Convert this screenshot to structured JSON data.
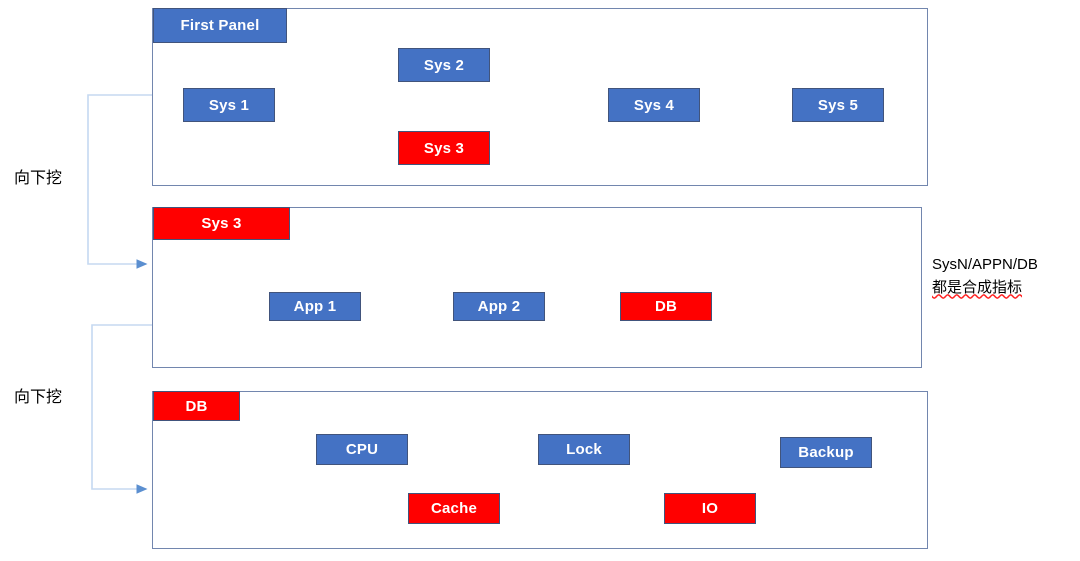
{
  "colors": {
    "blue_fill": "#4472c4",
    "red_fill": "#ff0000",
    "box_border": "#41547c",
    "panel_border": "#7286ae",
    "connector": "#b8cce4",
    "arrow": "#5b8fd0",
    "text_on_box": "#ffffff",
    "page_background": "#ffffff",
    "spellcheck_underline": "#ff2222"
  },
  "side_labels": [
    {
      "text": "向下挖"
    },
    {
      "text": "向下挖"
    }
  ],
  "note": {
    "line1": "SysN/APPN/DB",
    "line2": "都是合成指标"
  },
  "panels": [
    {
      "id": "panel-1",
      "header": {
        "label": "First Panel",
        "color": "blue"
      },
      "nodes": [
        {
          "id": "sys-1",
          "label": "Sys 1",
          "color": "blue"
        },
        {
          "id": "sys-2",
          "label": "Sys 2",
          "color": "blue"
        },
        {
          "id": "sys-3",
          "label": "Sys 3",
          "color": "red"
        },
        {
          "id": "sys-4",
          "label": "Sys 4",
          "color": "blue"
        },
        {
          "id": "sys-5",
          "label": "Sys 5",
          "color": "blue"
        }
      ],
      "edges": [
        {
          "from": "sys-1",
          "to": "sys-2"
        },
        {
          "from": "sys-1",
          "to": "sys-3"
        },
        {
          "from": "sys-2",
          "to": "sys-4"
        },
        {
          "from": "sys-3",
          "to": "sys-4"
        },
        {
          "from": "sys-4",
          "to": "sys-5"
        }
      ]
    },
    {
      "id": "panel-2",
      "header": {
        "label": "Sys 3",
        "color": "red"
      },
      "nodes": [
        {
          "id": "app-1",
          "label": "App 1",
          "color": "blue"
        },
        {
          "id": "app-2",
          "label": "App 2",
          "color": "blue"
        },
        {
          "id": "db",
          "label": "DB",
          "color": "red"
        }
      ],
      "edges": [
        {
          "from": "app-1",
          "to": "app-2"
        },
        {
          "from": "app-2",
          "to": "db"
        }
      ]
    },
    {
      "id": "panel-3",
      "header": {
        "label": "DB",
        "color": "red"
      },
      "nodes": [
        {
          "id": "cpu",
          "label": "CPU",
          "color": "blue"
        },
        {
          "id": "lock",
          "label": "Lock",
          "color": "blue"
        },
        {
          "id": "backup",
          "label": "Backup",
          "color": "blue"
        },
        {
          "id": "cache",
          "label": "Cache",
          "color": "red"
        },
        {
          "id": "io",
          "label": "IO",
          "color": "red"
        }
      ],
      "edges": []
    }
  ],
  "drilldowns": [
    {
      "id": "drill-1",
      "from": "panel-1",
      "to": "panel-2"
    },
    {
      "id": "drill-2",
      "from": "panel-2",
      "to": "panel-3"
    }
  ]
}
